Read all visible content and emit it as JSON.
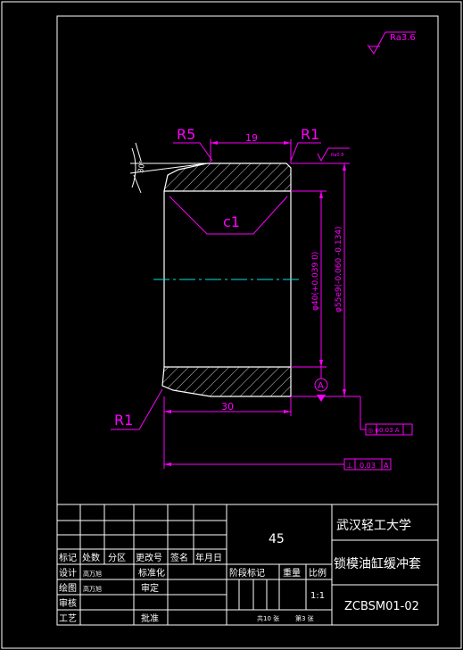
{
  "colors": {
    "background": "#000000",
    "frame": "#ffffff",
    "outline": "#ffffff",
    "dimension": "#ff00ff",
    "centerline": "#00e5e5"
  },
  "drawing": {
    "roughness_general": "Ra3.6",
    "roughness_surface": "Ra0.8",
    "dim_top_width": "19",
    "dim_bottom_width": "30",
    "radius_top_left": "R5",
    "radius_top_right": "R1",
    "radius_bottom_left": "R1",
    "chamfer_label": "c1",
    "dim_inner_diameter": "φ40(+0.039 0)",
    "dim_outer_diameter": "φ55e9(-0.060 -0.134)",
    "datum_letter": "A",
    "angle_label": "30°",
    "tolerance_runout": "◎ φ0.03 A",
    "tolerance_perp_symbol": "⊥",
    "tolerance_perp_value": "0.03",
    "tolerance_perp_datum": "A"
  },
  "title_block": {
    "material": "45",
    "school": "武汉轻工大学",
    "part_name": "锁模油缸缓冲套",
    "drawing_no": "ZCBSM01-02",
    "scale_header": "比例",
    "scale_value": "1:1",
    "weight_header": "重量",
    "stage_header": "阶段标记",
    "sheet_total": "共10 张",
    "sheet_no": "第3 张",
    "rev_headers": [
      "标记",
      "处数",
      "分区",
      "更改号",
      "签名",
      "年月日"
    ],
    "designer_label": "设计",
    "designer_name": "高万旭",
    "standard_label": "标准化",
    "drafter_label": "绘图",
    "drafter_name": "高万旭",
    "reviewer_label": "审定",
    "checker_label": "审核",
    "process_label": "工艺",
    "approve_label": "批准"
  }
}
